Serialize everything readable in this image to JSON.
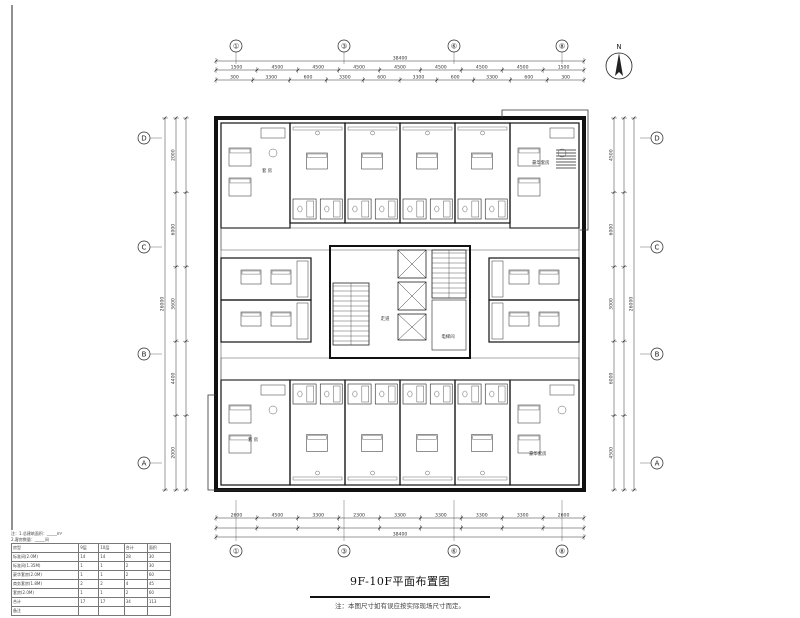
{
  "title": "9F-10F平面布置图",
  "note": "注：本图尺寸如有误应按实际现场尺寸而定。",
  "north_arrow": "N",
  "grid": {
    "columns": [
      "①",
      "③",
      "⑥",
      "⑧"
    ],
    "rows": [
      "D",
      "C",
      "B",
      "A"
    ]
  },
  "dims": {
    "top_total": "38400",
    "top_major": [
      "1500",
      "4500",
      "4500",
      "4500",
      "4500",
      "4500",
      "4500",
      "4500",
      "1500"
    ],
    "top_minor": [
      "300",
      "3300",
      "600",
      "3300",
      "600",
      "3300",
      "600",
      "3300",
      "600",
      "300"
    ],
    "bottom_total": "38400",
    "bottom_major": [
      "2600",
      "4500",
      "3300",
      "2300",
      "3300",
      "3300",
      "3300",
      "3300",
      "2600"
    ],
    "side_total": "26000",
    "left_major": [
      "2000",
      "6000",
      "3600",
      "4400",
      "2000"
    ],
    "right_major": [
      "4500",
      "6000",
      "3000",
      "6000",
      "4500"
    ]
  },
  "room_labels": {
    "nw_suite": "套 房",
    "ne_suite": "豪华套房",
    "sw_suite": "套 房",
    "se_suite": "豪华套房",
    "corridor": "走道",
    "core": "电梯间"
  },
  "legend": {
    "header_lines": [
      "注：1.总建筑面积：_____m²",
      "   2.客房数量：_____间"
    ],
    "columns": [
      "房型",
      "9层",
      "10层",
      "合计",
      "面积"
    ],
    "rows": [
      [
        "标准间(2.0M)",
        "14",
        "14",
        "28",
        "30"
      ],
      [
        "标准间(1.35M)",
        "1",
        "1",
        "2",
        "30"
      ],
      [
        "豪华套房(2.0M)",
        "1",
        "1",
        "2",
        "60"
      ],
      [
        "商务套房(1.8M)",
        "2",
        "2",
        "4",
        "45"
      ],
      [
        "套房(2.0M)",
        "1",
        "1",
        "2",
        "60"
      ],
      [
        "合计",
        "17",
        "17",
        "34",
        "113"
      ],
      [
        "备注",
        "",
        "",
        "",
        ""
      ]
    ]
  }
}
